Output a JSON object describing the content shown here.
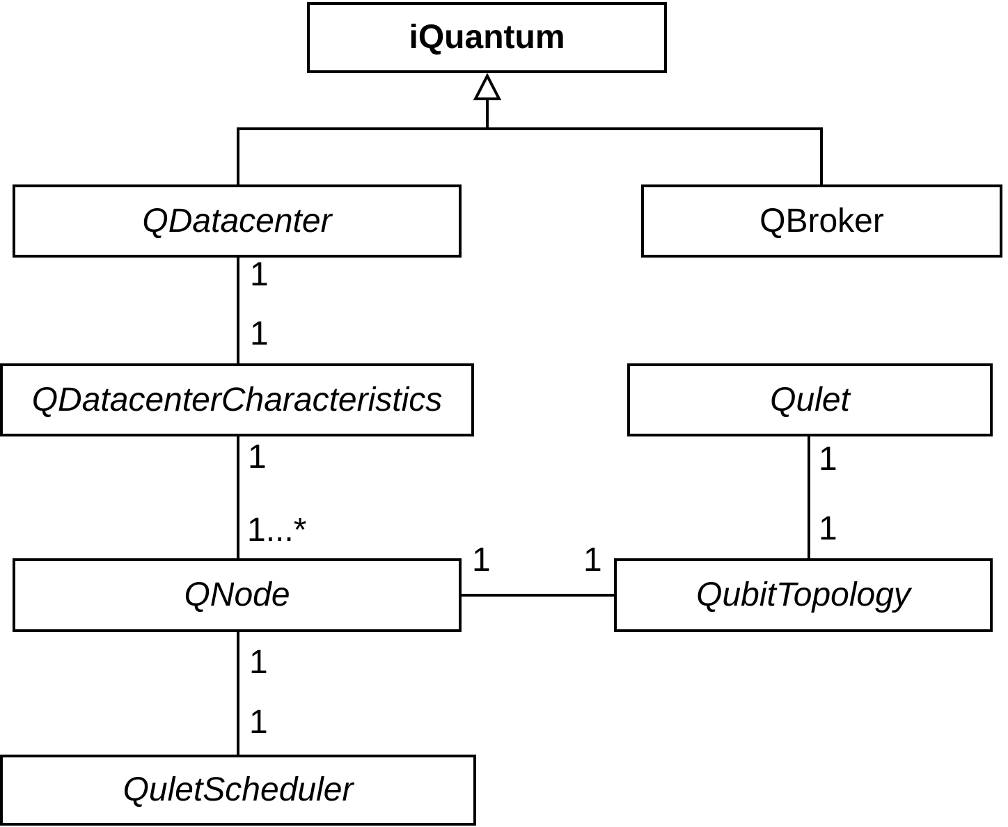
{
  "colors": {
    "background": "#ffffff",
    "box_fill": "#ffffff",
    "line": "#000000",
    "text": "#000000"
  },
  "classes": {
    "iquantum": {
      "name": "iQuantum",
      "style": "bold"
    },
    "qdatacenter": {
      "name": "QDatacenter",
      "style": "italic"
    },
    "qbroker": {
      "name": "QBroker",
      "style": "regular"
    },
    "qdatacentercharacteristics": {
      "name": "QDatacenterCharacteristics",
      "style": "italic"
    },
    "qulet": {
      "name": "Qulet",
      "style": "italic"
    },
    "qnode": {
      "name": "QNode",
      "style": "italic"
    },
    "qubittopology": {
      "name": "QubitTopology",
      "style": "italic"
    },
    "quletscheduler": {
      "name": "QuletScheduler",
      "style": "italic"
    }
  },
  "relationships": {
    "inheritance": {
      "parent": "iQuantum",
      "children": [
        "QDatacenter",
        "QBroker"
      ]
    },
    "associations": {
      "qdatacenter_to_qdatacentercharacteristics": {
        "near_qdatacenter": "1",
        "near_qdatacentercharacteristics": "1"
      },
      "qdatacentercharacteristics_to_qnode": {
        "near_qdatacentercharacteristics": "1",
        "near_qnode": "1...*"
      },
      "qnode_to_quletscheduler": {
        "near_qnode": "1",
        "near_quletscheduler": "1"
      },
      "qulet_to_qubittopology": {
        "near_qulet": "1",
        "near_qubittopology": "1"
      },
      "qnode_to_qubittopology": {
        "near_qnode": "1",
        "near_qubittopology": "1"
      }
    }
  }
}
